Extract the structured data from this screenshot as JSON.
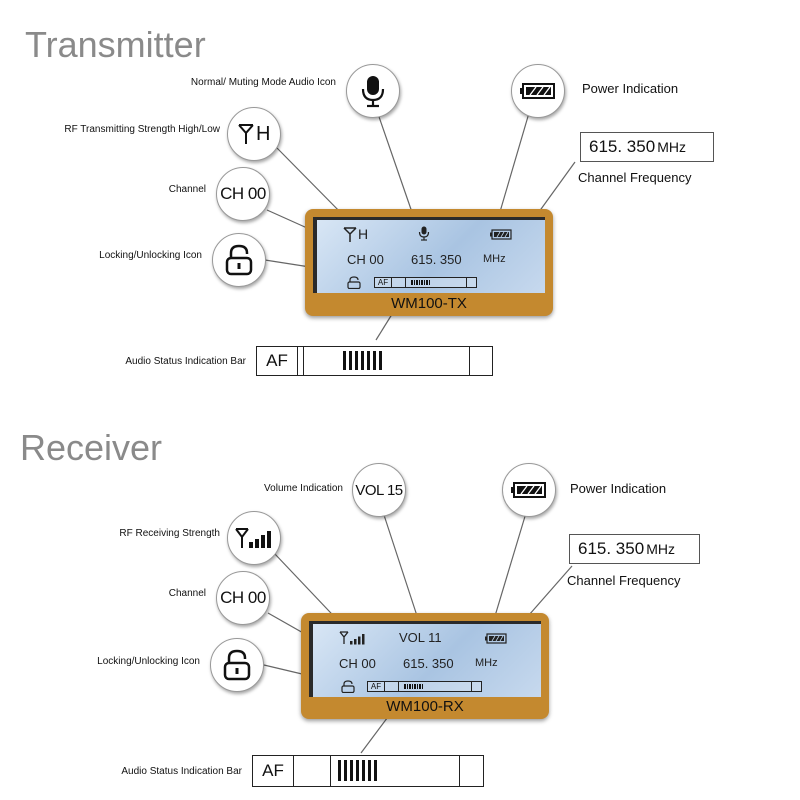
{
  "transmitter": {
    "title": "Transmitter",
    "labels": {
      "audio_icon": "Normal/ Muting Mode Audio Icon",
      "power": "Power Indication",
      "rf": "RF Transmitting Strength High/Low",
      "channel": "Channel",
      "lock": "Locking/Unlocking Icon",
      "freq": "Channel Frequency",
      "af_bar": "Audio Status Indication Bar"
    },
    "rf_circle_text": "H",
    "channel_circle_text": "CH 00",
    "freq_box": {
      "value": "615.  350",
      "unit": "MHz"
    },
    "af_text": "AF",
    "lcd": {
      "rf_text": "H",
      "channel": "CH 00",
      "freq": "615.  350",
      "unit": "MHz",
      "af_text": "AF"
    },
    "model": "WM100-TX"
  },
  "receiver": {
    "title": "Receiver",
    "labels": {
      "volume": "Volume Indication",
      "power": "Power Indication",
      "rf": "RF Receiving Strength",
      "channel": "Channel",
      "lock": "Locking/Unlocking Icon",
      "freq": "Channel Frequency",
      "af_bar": "Audio Status Indication Bar"
    },
    "volume_circle_text": "VOL  15",
    "channel_circle_text": "CH 00",
    "freq_box": {
      "value": "615.  350",
      "unit": "MHz"
    },
    "af_text": "AF",
    "lcd": {
      "volume": "VOL 11",
      "channel": "CH 00",
      "freq": "615.  350",
      "unit": "MHz",
      "af_text": "AF"
    },
    "model": "WM100-RX"
  },
  "colors": {
    "device_body": "#c4892f",
    "lcd": "#b9d0ea",
    "title": "#8a8a8a"
  }
}
